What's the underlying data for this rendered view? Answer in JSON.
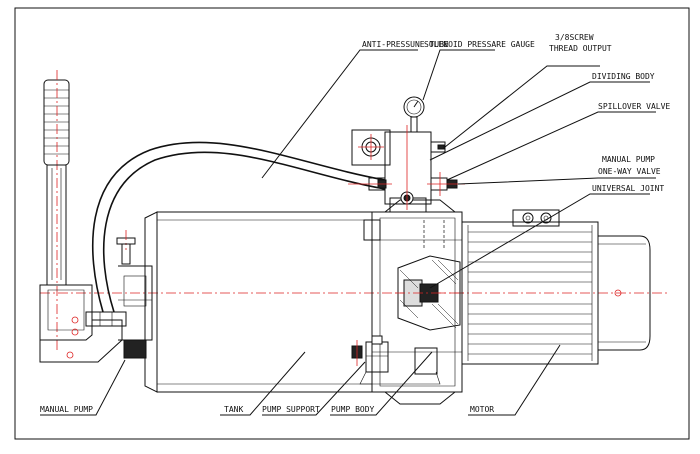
{
  "labels": {
    "anti_pressure": "ANTI-PRESSUNE TUBE",
    "solenoid_gauge": "SOLENOID PRESSARE GAUGE",
    "screw_line1": "3/8SCREW",
    "screw_line2": "THREAD OUTPUT",
    "dividing_body": "DIVIDING BODY",
    "spillover_valve": "SPILLOVER VALVE",
    "manual_pump_valve_line1": "MANUAL PUMP",
    "manual_pump_valve_line2": "ONE-WAY VALVE",
    "universal_joint": "UNIVERSAL JOINT",
    "manual_pump": "MANUAL PUMP",
    "tank": "TANK",
    "pump_support": "PUMP SUPPORT",
    "pump_body": "PUMP BODY",
    "motor": "MOTOR"
  }
}
